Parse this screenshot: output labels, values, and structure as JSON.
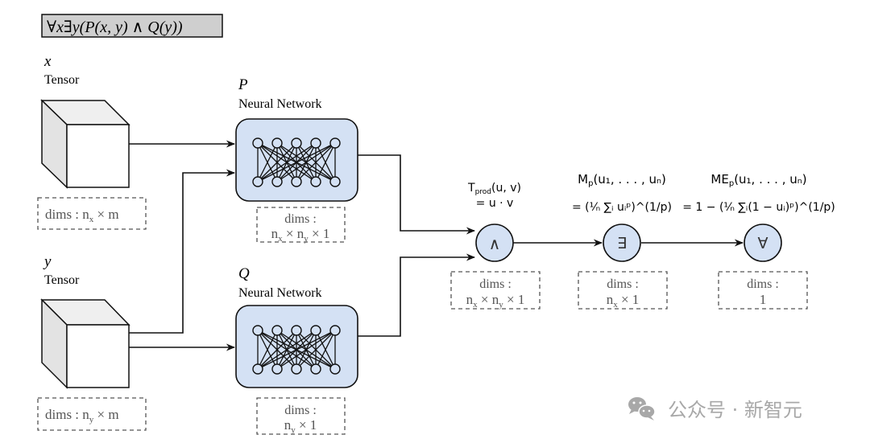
{
  "formula": "∀x∃y(P(x, y) ∧ Q(y))",
  "inputs": [
    {
      "var": "x",
      "label": "Tensor",
      "dims_prefix": "dims : ",
      "dims_main": "n",
      "dims_sub": "x",
      "dims_suffix": " × m"
    },
    {
      "var": "y",
      "label": "Tensor",
      "dims_prefix": "dims : ",
      "dims_main": "n",
      "dims_sub": "y",
      "dims_suffix": " × m"
    }
  ],
  "networks": [
    {
      "var": "P",
      "label": "Neural Network",
      "dims_line1": "dims :",
      "dims_line2_parts": [
        "n",
        "x",
        " × n",
        "y",
        " × 1"
      ]
    },
    {
      "var": "Q",
      "label": "Neural Network",
      "dims_line1": "dims :",
      "dims_line2_parts": [
        "n",
        "y",
        " × 1",
        "",
        ""
      ]
    }
  ],
  "operators": [
    {
      "symbol": "∧",
      "name": "and",
      "formula_line1": "T",
      "formula_line1_sub": "prod",
      "formula_line1_rest": "(u, v)",
      "formula_line2": "= u · v",
      "dims_line1": "dims :",
      "dims_line2_parts": [
        "n",
        "x",
        " × n",
        "y",
        " × 1"
      ]
    },
    {
      "symbol": "∃",
      "name": "exists",
      "formula_line1": "M",
      "formula_line1_sub": "p",
      "formula_line1_rest": "(u₁, . . . , uₙ)",
      "formula_line2": "= (¹⁄ₙ ∑ᵢ uᵢᵖ)^(1/p)",
      "dims_line1": "dims :",
      "dims_line2_parts": [
        "n",
        "x",
        " × 1",
        "",
        ""
      ]
    },
    {
      "symbol": "∀",
      "name": "forall",
      "formula_line1": "ME",
      "formula_line1_sub": "p",
      "formula_line1_rest": "(u₁, . . . , uₙ)",
      "formula_line2": "= 1 − (¹⁄ₙ ∑ᵢ(1 − uᵢ)ᵖ)^(1/p)",
      "dims_line1": "dims :",
      "dims_line2_parts": [
        "1",
        "",
        "",
        "",
        ""
      ]
    }
  ],
  "watermark": "公众号 · 新智元",
  "colors": {
    "node_fill": "#d4e1f4",
    "formula_box_fill": "#cfcfcf",
    "cube_side": "#e6e6e6",
    "cube_top": "#efefef",
    "dashed": "#555555",
    "dims_text": "#555555",
    "watermark": "#a8a8a8"
  }
}
